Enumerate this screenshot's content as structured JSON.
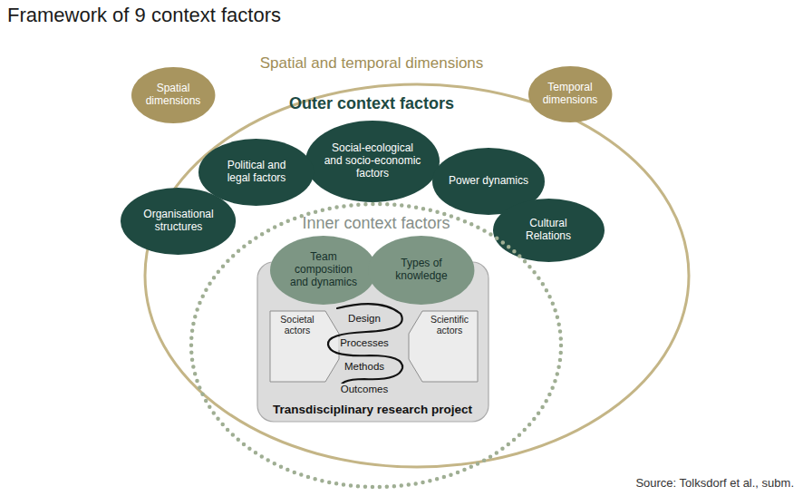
{
  "diagram": {
    "title": "Framework of 9 context factors",
    "caption": "Source: Tolksdorf et al., subm.",
    "nodes": [
      {
        "text": [
          "Spatial and temporal dimensions",
          "Outer context factors"
        ]
      },
      {
        "text": [
          "Spatial dimensions"
        ],
        "in": 0
      },
      {
        "text": [
          "Temporal dimensions"
        ],
        "in": 0
      },
      {
        "text": [
          "Social-ecological and socio-economic factors"
        ],
        "in": 0
      },
      {
        "text": [
          "Political and legal factors"
        ],
        "in": 0
      },
      {
        "text": [
          "Power dynamics"
        ],
        "in": 0
      },
      {
        "text": [
          "Organisational structures"
        ],
        "in": 0
      },
      {
        "text": [
          "Cultural Relations"
        ],
        "in": 0
      },
      {
        "text": [
          "Inner context factors"
        ],
        "in": 0
      },
      {
        "text": [
          "Team composition and dynamics"
        ],
        "in": 8
      },
      {
        "text": [
          "Types of knowledge"
        ],
        "in": 8
      },
      {
        "text": [
          "Transdisciplinary research project"
        ],
        "in": 8
      },
      {
        "text": [
          "Societal actors"
        ],
        "in": 11
      },
      {
        "text": [
          "Scientific actors"
        ],
        "in": 11
      }
    ],
    "labels": [
      "Design",
      "Processes",
      "Methods",
      "Outcomes"
    ]
  }
}
